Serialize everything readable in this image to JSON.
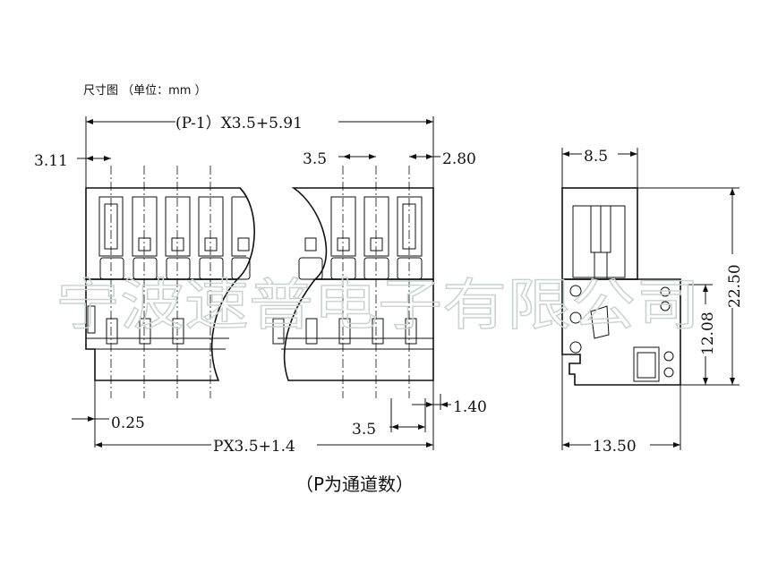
{
  "header": {
    "title": "尺寸图  （单位：mm  ）"
  },
  "watermark": "宁波速普电子有限公司",
  "front_view": {
    "dims": {
      "total_top": "(P-1）X3.5+5.91",
      "left_offset": "3.11",
      "pitch_top": "3.5",
      "right_offset": "2.80",
      "pin_offset": "0.25",
      "pitch_bottom": "3.5",
      "right_pin": "1.40",
      "total_bottom": "PX3.5+1.4"
    }
  },
  "side_view": {
    "dims": {
      "width_top": "8.5",
      "height_total": "22.50",
      "height_inner": "12.08",
      "width_bottom": "13.50"
    }
  },
  "caption": "（P为通道数）"
}
